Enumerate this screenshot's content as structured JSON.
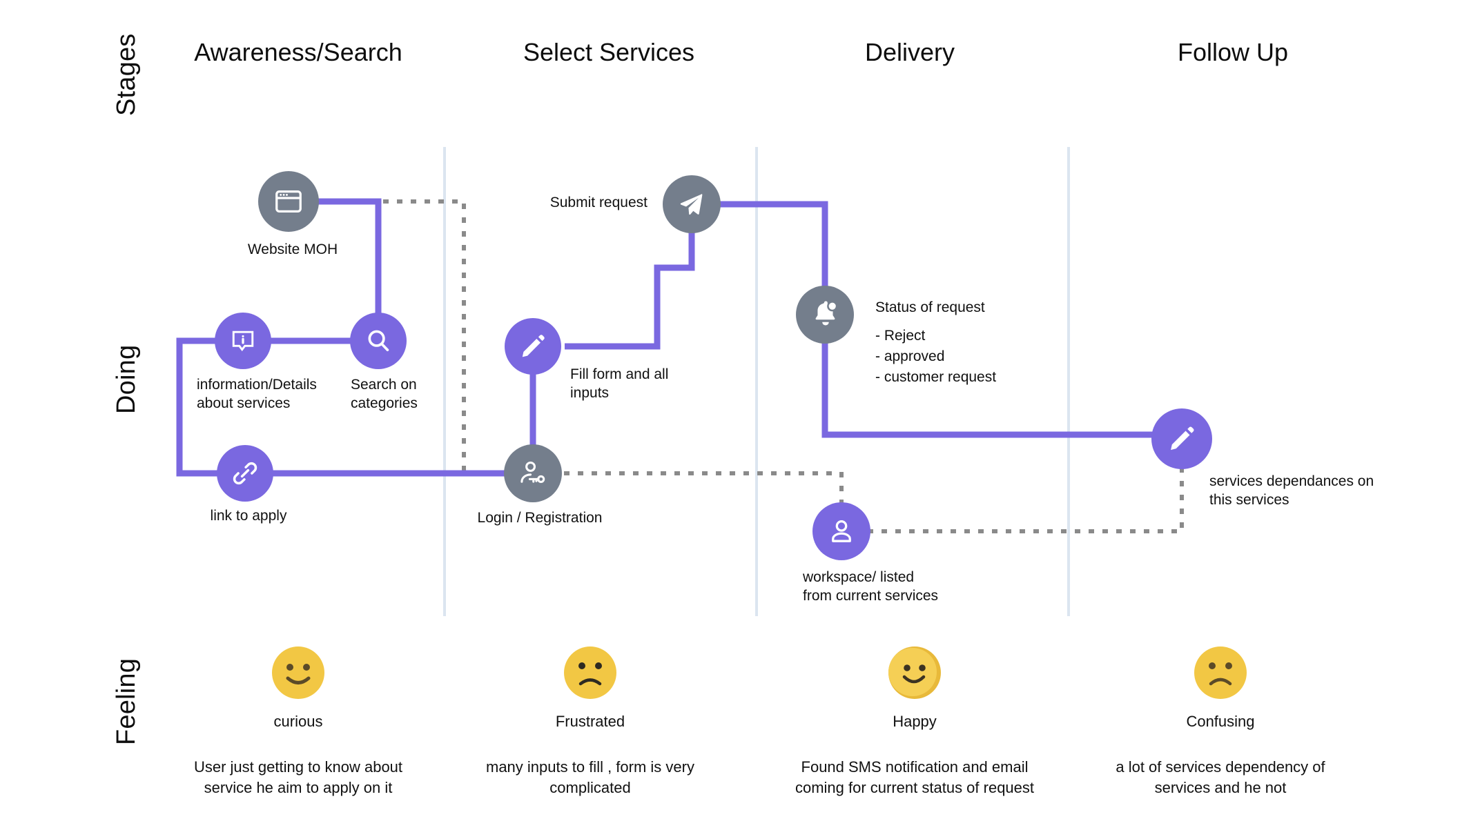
{
  "rows": {
    "stages_label": "Stages",
    "doing_label": "Doing",
    "feeling_label": "Feeling"
  },
  "stages": [
    {
      "label": "Awareness/Search"
    },
    {
      "label": "Select Services"
    },
    {
      "label": "Delivery"
    },
    {
      "label": "Follow Up"
    }
  ],
  "doing_nodes": [
    {
      "id": "website-moh",
      "label": "Website MOH",
      "icon": "browser-window-icon",
      "color": "grey"
    },
    {
      "id": "information",
      "label": "information/Details\nabout services",
      "icon": "info-bubble-icon",
      "color": "purple"
    },
    {
      "id": "search",
      "label": "Search on\ncategories",
      "icon": "search-icon",
      "color": "purple"
    },
    {
      "id": "link-to-apply",
      "label": "link to apply",
      "icon": "link-icon",
      "color": "purple"
    },
    {
      "id": "submit-request",
      "label": "Submit request",
      "icon": "paper-plane-icon",
      "color": "grey"
    },
    {
      "id": "fill-form",
      "label": "Fill form and all\ninputs",
      "icon": "pencil-icon",
      "color": "purple"
    },
    {
      "id": "login",
      "label": "Login / Registration",
      "icon": "user-key-icon",
      "color": "grey"
    },
    {
      "id": "status",
      "label": "",
      "icon": "bell-badge-icon",
      "color": "grey"
    },
    {
      "id": "workspace",
      "label": "workspace/ listed\nfrom current services",
      "icon": "user-icon",
      "color": "purple"
    },
    {
      "id": "follow-up",
      "label": "services dependances on\nthis services",
      "icon": "pencil-icon",
      "color": "purple"
    }
  ],
  "status_annotation": {
    "title": "Status of request",
    "items": [
      "- Reject",
      "- approved",
      "- customer request"
    ]
  },
  "feelings": [
    {
      "mood": "smile",
      "label": "curious",
      "description": "User just getting to know about\nservice he aim to apply on it"
    },
    {
      "mood": "frown",
      "label": "Frustrated",
      "description": "many inputs to fill , form is very\ncomplicated"
    },
    {
      "mood": "smile-shaded",
      "label": "Happy",
      "description": "Found SMS notification and email\ncoming for current status of request"
    },
    {
      "mood": "frown",
      "label": "Confusing",
      "description": "a lot of services dependency of\nservices and he not"
    }
  ],
  "colors": {
    "purple": "#7a68e0",
    "grey": "#747e8c",
    "divider": "#dbe5f0",
    "dotted": "#8a8a8a",
    "emoji_yellow": "#f2c744",
    "emoji_face": "#5b4a28"
  }
}
